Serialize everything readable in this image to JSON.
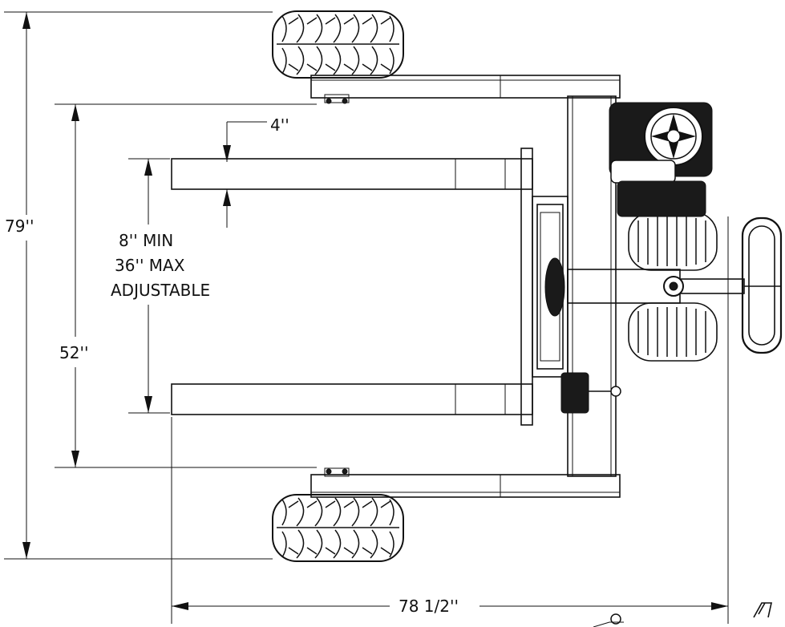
{
  "dimensions": {
    "overall_length": "79''",
    "inner_length": "52''",
    "fork_width": "4''",
    "fork_spacing_min": "8'' MIN",
    "fork_spacing_max": "36'' MAX",
    "fork_spacing_note": "ADJUSTABLE",
    "overall_width": "78 1/2''"
  }
}
